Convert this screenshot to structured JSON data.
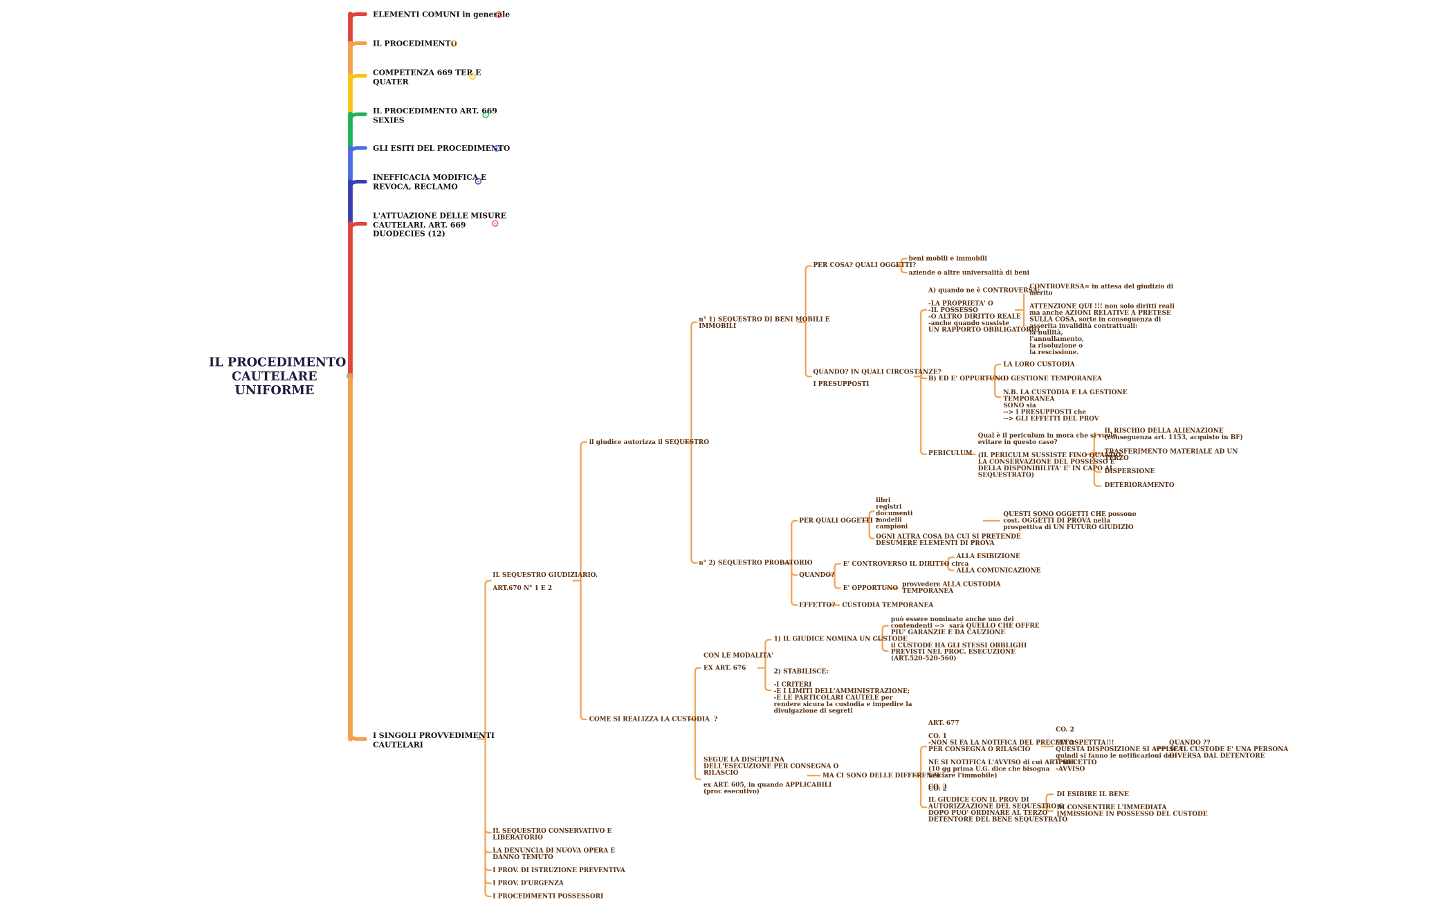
{
  "root_title": "IL PROCEDIMENTO\nCAUTELARE\nUNIFORME",
  "colors": {
    "red": "#e0453d",
    "orange": "#f2a04e",
    "yellow": "#f3c61b",
    "green": "#1fb35a",
    "blue": "#4b6de0",
    "indigo": "#3b3fb0",
    "text": "#5a2e0c"
  },
  "branches": [
    {
      "label": "ELEMENTI COMUNI in generale",
      "color": "#e0453d",
      "icon": "collapsed-count-icon",
      "count": "+"
    },
    {
      "label": "IL PROCEDIMENTO",
      "color": "#f2a04e",
      "icon": "collapsed-count-icon",
      "count": "+"
    },
    {
      "label": "COMPETENZA 669 TER E\nQUATER",
      "color": "#f3c61b",
      "icon": "collapsed-count-icon",
      "count": "+"
    },
    {
      "label": "IL PROCEDIMENTO ART. 669\nSEXIES",
      "color": "#1fb35a",
      "icon": "collapsed-count-icon",
      "count": "+"
    },
    {
      "label": "GLI ESITI DEL PROCEDIMENTO",
      "color": "#4b6de0",
      "icon": "collapsed-count-icon",
      "count": "+"
    },
    {
      "label": "INEFFICACIA MODIFICA E\nREVOCA, RECLAMO",
      "color": "#3b3fb0",
      "icon": "collapsed-count-icon",
      "count": "+"
    },
    {
      "label": "L'ATTUAZIONE DELLE MISURE\nCAUTELARI. ART. 669\nDUODECIES (12)",
      "color": "#e0453d",
      "icon": "collapsed-count-icon",
      "count": "+"
    },
    {
      "label": "I SINGOLI PROVVEDIMENTI\nCAUTELARI",
      "color": "#f2a04e"
    }
  ],
  "nodes": {
    "sg1": "IL SEQUESTRO GIUDIZIARIO.",
    "sg2": "ART.670 N° 1 E 2",
    "giudice": "il giudice autorizza il SEQUESTRO",
    "n1": "n° 1) SEQUESTRO DI BENI MOBILI E\nIMMOBILI",
    "percosa": "PER COSA? QUALI OGGETTI?",
    "beni": "beni mobili e immobili",
    "aziende": "aziende o altre universalità di beni",
    "quando": "QUANDO? IN QUALI CIRCOSTANZE?",
    "presupposti": "I PRESUPPOSTI",
    "a": "A) quando ne è CONTROVERSA:\n\n-LA PROPRIETA' O\n-IL POSSESSO\n-O ALTRO DIRITTO REALE\n-anche quando sussiste\nUN RAPPORTO OBBLIGATORIO",
    "controversa": "CONTROVERSA= in attesa del giudizio di\nmerito\n\nATTENZIONE QUI !!! non solo diritti reali\nma anche AZIONI RELATIVE A PRETESE\nSULLA COSA, sorte in conseguenza di\nasserita invalidità contrattuali:\nla nullità,\nl'annullamento,\nla risoluzione o\nla rescissione.",
    "b": "B) ED E' OPPURTUNO",
    "custodia": "LA LORO CUSTODIA",
    "gestione": "O GESTIONE TEMPORANEA",
    "nb": "N.B. LA CUSTODIA E LA GESTIONE\nTEMPORANEA\nSONO sia\n--> I PRESUPPOSTI che\n--> GLI EFFETTI DEL PROV",
    "periculum": "PERICULUM",
    "pq": "Qual è il periculum in mora che si vuole\nevitare in questo caso?\n\n(IL PERICULM SUSSISTE FINO QUANDO\nLA CONSERVAZIONE DEL POSSESSO E\nDELLA DISPONIBILITA' E' IN CAPO AL\nSEQUESTRATO)",
    "rischio": "IL RISCHIO DELLA ALIENAZIONE\n(conseguenza art. 1153, acquisto in BF)",
    "trasf": "TRASFERIMENTO MATERIALE AD UN\nTERZO",
    "disp": "DISPERSIONE",
    "deter": "DETERIORAMENTO",
    "n2": "n° 2) SEQUESTRO PROBATORIO",
    "perquali": "PER QUALI OGGETTI ?",
    "libri": "libri\nregistri\ndocumenti\nmodelli\ncampioni",
    "questi": "QUESTI SONO OGGETTI CHE possono\ncost. OGGETTI DI PROVA nella\nprospettiva di UN FUTURO GIUDIZIO",
    "ogni": "OGNI ALTRA COSA DA CUI SI PRETENDE\nDESUMERE ELEMENTI DI PROVA",
    "quando2": "QUANDO?",
    "contro": "E' CONTROVERSO IL DIRITTO circa",
    "esib": "ALLA ESIBIZIONE",
    "comun": "ALLA COMUNICAZIONE",
    "oppor": "E' OPPORTUNO",
    "provv": "provvedere ALLA CUSTODIA\nTEMPORANEA",
    "effetto": "EFFETTO?",
    "custtemp": "CUSTODIA TEMPORANEA",
    "come": "COME SI REALIZZA LA CUSTODIA  ?",
    "conmod": "CON LE MODALITA'",
    "exart676": "EX ART. 676",
    "nomina": "1) IL GIUDICE NOMINA UN CUSTODE",
    "puo": "può essere nominato anche uno dei\ncontendenti -->  sarà QUELLO CHE OFFRE\nPIU' GARANZIE E DA CAUZIONE",
    "ilcust": "il CUSTODE HA GLI STESSI OBBLIGHI\nPREVISTI NEL PROC. ESECUZIONE\n(ART.520-520-560)",
    "stab": "2) STABILISCE:\n\n-I CRITERI\n-E I LIMITI DELL'AMMINISTRAZIONE;\n-E LE PARTICOLARI CAUTELE per\nrendere sicura la custodia e impedire la\ndivulgazione di segreti",
    "segue": "SEGUE LA DISCIPLINA\nDELL'ESECUZIONE PER CONSEGNA O\nRILASCIO",
    "ex605": "ex ART. 605, in quando APPLICABILI\n(proc esecutivo)",
    "differenze": "MA CI SONO DELLE DIFFERENZE",
    "art677": "ART. 677\n\nCO. 1\n-NON SI FA LA NOTIFICA DEL PRECETTO\nPER CONSEGNA O RILASCIO\n\nNE SI NOTIFICA L'AVVISO di cui ART. 608\n(10 gg prima U.G. dice che bisogna\nlasciare l'immobile)\n\nCO. 2",
    "co2": "CO. 2\n\nMA ASPETTTA!!!\nQUESTA DISPOSIZIONE SI APPLICA\nquindi si fanno le notificazioni del:\n-PRECETTO\n-AVVISO",
    "quando3": "QUANDO ??\nSE IL CUSTODE E' UNA PERSONA\nDIVERSA DAL DETENTORE",
    "co3": "CO. 3\n\nIL GIUDICE CON IL PROV DI\nAUTORIZZAZIONE DEL SEQUESTRO O\nDOPO PUO' ORDINARE AL TERZO\nDETENTORE DEL BENE SEQUESTRATO",
    "esibire": "DI ESIBIRE IL BENE",
    "consentire": "DI CONSENTIRE L'IMMEDIATA\nIMMISSIONE IN POSSESSO DEL CUSTODE",
    "seqcons": "IL SEQUESTRO CONSERVATIVO E\nLIBERATORIO",
    "denuncia": "LA DENUNCIA DI NUOVA OPERA E\nDANNO TEMUTO",
    "istruz": "I PROV. DI ISTRUZIONE PREVENTIVA",
    "urgenza": "I PROV. D'URGENZA",
    "possessori": "I PROCEDIMENTI POSSESSORI"
  }
}
